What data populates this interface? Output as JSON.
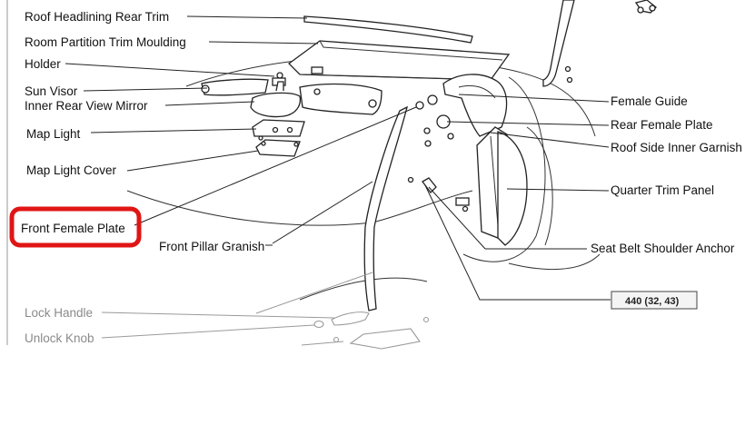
{
  "labels": {
    "roof_headlining_rear_trim": "Roof Headlining Rear Trim",
    "room_partition_trim_moulding": "Room Partition Trim Moulding",
    "holder": "Holder",
    "sun_visor": "Sun Visor",
    "inner_rear_view_mirror": "Inner Rear View Mirror",
    "map_light": "Map Light",
    "map_light_cover": "Map Light Cover",
    "front_female_plate": "Front Female Plate",
    "front_pillar_granish": "Front Pillar Granish",
    "lock_handle": "Lock Handle",
    "unlock_knob": "Unlock Knob",
    "female_guide": "Female Guide",
    "rear_female_plate": "Rear Female Plate",
    "roof_side_inner_garnish": "Roof Side Inner Garnish",
    "quarter_trim_panel": "Quarter Trim Panel",
    "seat_belt_shoulder_anchor": "Seat Belt Shoulder Anchor"
  },
  "torque_spec": "440 (32, 43)",
  "colors": {
    "highlight": "#e01515",
    "line": "#222222",
    "faded": "#8a8a8a"
  }
}
